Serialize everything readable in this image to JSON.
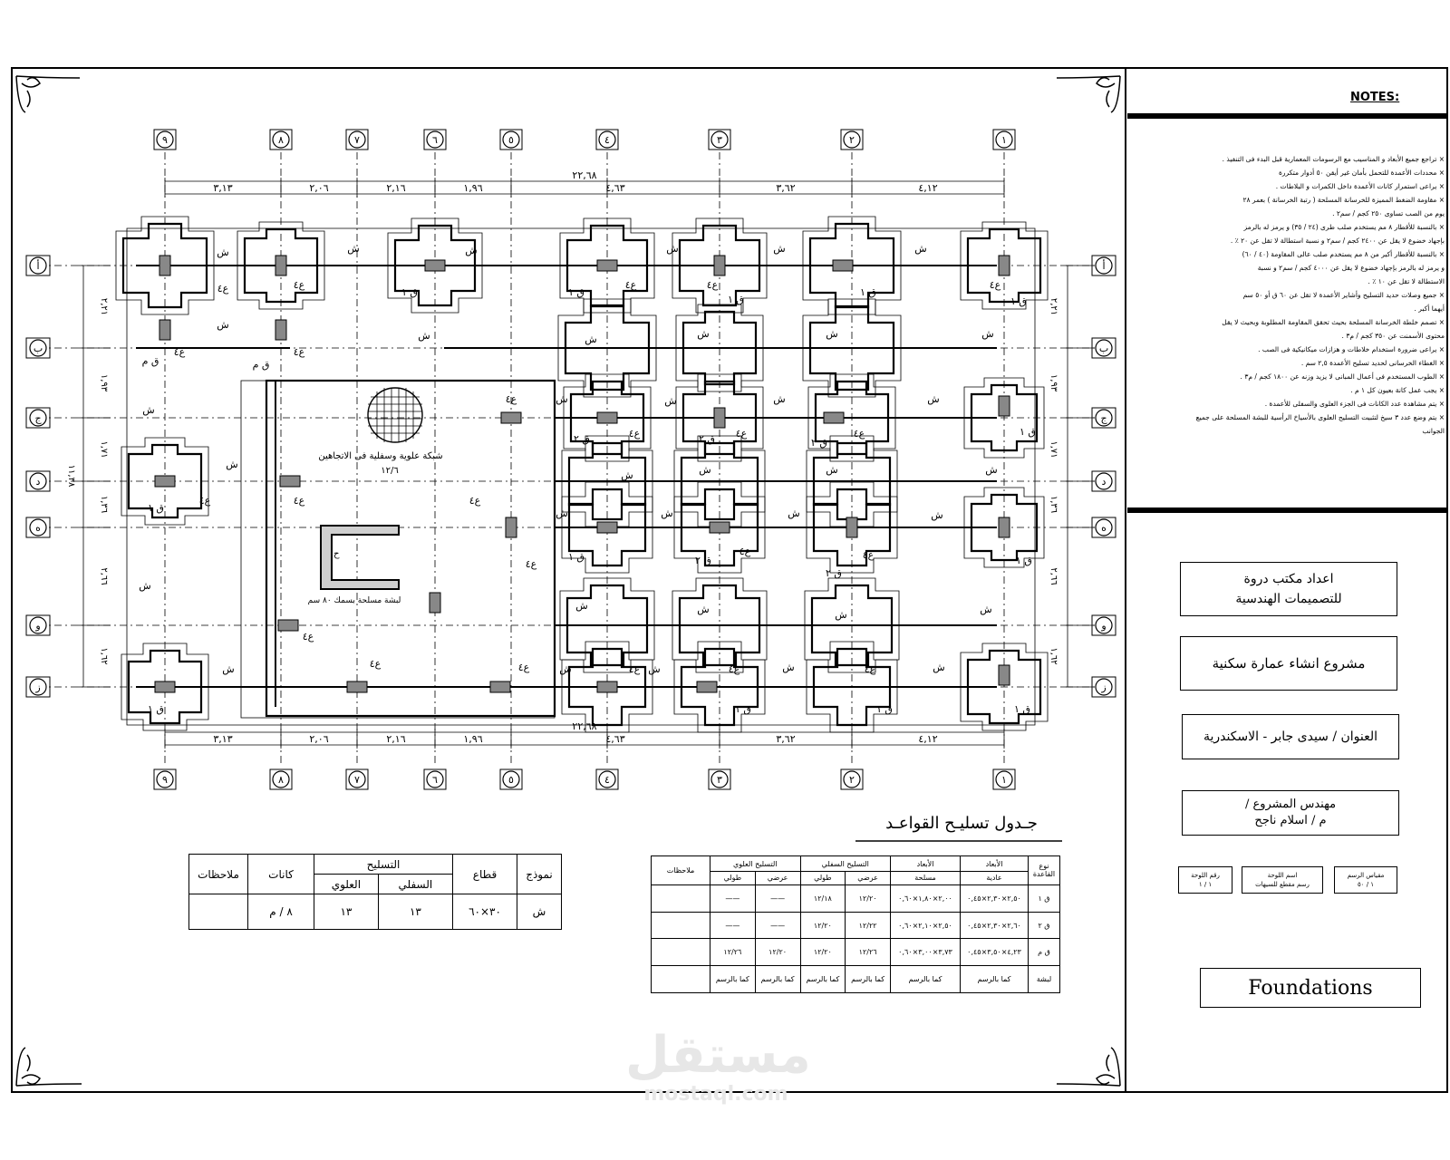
{
  "axes": {
    "top_numbers": [
      "٩",
      "٨",
      "٧",
      "٦",
      "٥",
      "٤",
      "٣",
      "٢",
      "١"
    ],
    "left_letters": [
      "أ",
      "ب",
      "ج",
      "د",
      "ه",
      "و",
      "ز"
    ],
    "spans_x": [
      "٣,١٣",
      "٢,٠٦",
      "٢,١٦",
      "١,٩٦",
      "٤,٦٣",
      "٣,٦٢",
      "٤,١٢"
    ],
    "total_x": "٢٢,٦٨",
    "spans_y": [
      "٢,٢١",
      "١,٩٣",
      "١,٧١",
      "١,٣٦",
      "٢,٦٦",
      "١,٦٢"
    ],
    "total_y": "١١,٣٨"
  },
  "plan_labels": {
    "footing_small": "ش",
    "column_mark": "ع٤",
    "beam_1": "ق ١",
    "beam_2": "ق ٢",
    "beam_m": "ق م",
    "raft_mesh": "شبكة علوية وسفلية فى الاتجاهين",
    "raft_mesh_bars": "١٢/٦",
    "raft_note": "لبشة مسلحة بسمك ٨٠ سم",
    "core_label": "ح"
  },
  "notes": {
    "title": "NOTES:",
    "items": [
      "× تراجع جميع الأبعاد و المناسيب مع الرسومات المعمارية قبل البدء فى التنفيذ .",
      "× محددات الأعمدة للتحمل بأمان غير أيقن ٥٠ أدوار متكررة",
      "× يراعى استمرار كانات الأعمدة داخل الكمرات و البلاطات .",
      "× مقاومة الضغط المميزة للخرسانة المسلحة ( رتبة الخرسانة ) بعمر ٢٨",
      "يوم من الصب تساوى ٢٥٠ كجم / سم٢ .",
      "× بالنسبة للأقطار ٨ مم يستخدم صلب طرى (٢٤ / ٣٥) و يرمز له بالرمز",
      "بإجهاد خضوع لا يقل عن ٢٤٠٠ كجم / سم٢ و نسبة استطالة لا تقل عن ٢٠ ٪ .",
      "× بالنسبة للأقطار أكبر من ٨ مم يستخدم صلب عالى المقاومة (٤٠ / ٦٠)",
      "و يرمز له بالرمز بإجهاد خضوع لا يقل عن ٤٠٠٠ كجم / سم٢ و نسبة",
      "الاستطالة لا تقل عن ١٠ ٪ .",
      "× جميع وصلات حديد التسليح وأشاير الأعمدة لا تقل عن ٦٠ ق أو ٥٠ سم",
      "أيهما أكبر .",
      "× تصمم خلطة الخرسانة المسلحة بحيث تحقق المقاومة المطلوبة وبحيث لا يقل",
      "محتوى الأسمنت عن ٣٥٠ كجم / م٣ .",
      "× يراعى ضرورة استخدام خلاطات و هزازات ميكانيكية فى الصب .",
      "× الغطاء الخرسانى لحديد تسليح الأعمدة ٢,٥ سم .",
      "× الطوب المستخدم فى أعمال المبانى لا يزيد وزنه عن ١٨٠٠ كجم / م٣ .",
      "× يجب عمل كانة بعيون كل ١ م .",
      "× يتم مشاهدة عدد الكانات فى الجزء العلوى والسفلى للأعمدة .",
      "× يتم وضع عدد ٣ سيخ لتثبيت التسليح العلوى بالأسياخ الرأسية للبشة المسلحة على جميع",
      "الجوانب"
    ]
  },
  "title_block": {
    "office_line1": "اعداد مكتب دروة",
    "office_line2": "للتصميمات الهندسية",
    "project": "مشروع انشاء عمارة سكنية",
    "address": "العنوان / سيدى جابر - الاسكندرية",
    "engineer_label": "مهندس المشروع /",
    "engineer_name": "م / اسلام ناجح",
    "sheet_no_label": "رقم اللوحة",
    "sheet_no_value": "١ / ١",
    "sheet_name_label": "اسم اللوحة",
    "sheet_name_value": "رسم مقطع للسيهات",
    "scale_label": "مقياس الرسم",
    "scale_value": "١ / ٥٠",
    "drawing_title": "Foundations"
  },
  "schedule_title": "جـدول تسليـح القواعـد",
  "tie_beam_table": {
    "h_model": "نموذج",
    "h_section": "قطاع",
    "h_reinf": "التسليح",
    "h_lower": "السفلي",
    "h_upper": "العلوي",
    "h_stirrups": "كانات",
    "h_notes": "ملاحظات",
    "row": {
      "model": "ش",
      "section": "٣٠×٦٠",
      "lower": "١٣",
      "upper": "١٣",
      "stirrups": "٨ / م",
      "notes": ""
    }
  },
  "footing_table": {
    "h_type": "نوع القاعدة",
    "h_dims_plain": "الأبعاد",
    "h_plain_sub": "عادية",
    "h_dims_rc": "الأبعاد",
    "h_rc_sub": "مسلحة",
    "h_bottom": "التسليح السفلي",
    "h_top": "التسليح العلوي",
    "h_long": "طولي",
    "h_short": "عرضي",
    "h_notes": "ملاحظات",
    "rows": [
      {
        "type": "ق ١",
        "plain": "٢,٥٠×٢,٣٠×٠,٤٥",
        "rc": "٢,٠٠×١,٨٠×٠,٦٠",
        "b_short": "١٢/٢٠",
        "b_long": "١٢/١٨",
        "t_short": "——",
        "t_long": "——"
      },
      {
        "type": "ق ٢",
        "plain": "٢,٦٠×٢,٣٠×٠,٤٥",
        "rc": "٢,٥٠×٢,١٠×٠,٦٠",
        "b_short": "١٢/٢٢",
        "b_long": "١٢/٢٠",
        "t_short": "——",
        "t_long": "——"
      },
      {
        "type": "ق م",
        "plain": "٤,٢٣×٣,٥٠×٠,٤٥",
        "rc": "٣,٧٣×٣,٠٠×٠,٦٠",
        "b_short": "١٢/٢٦",
        "b_long": "١٢/٢٠",
        "t_short": "١٢/٢٠",
        "t_long": "١٢/٢٦"
      },
      {
        "type": "لبشة",
        "plain": "كما بالرسم",
        "rc": "كما بالرسم",
        "b_short": "كما بالرسم",
        "b_long": "كما بالرسم",
        "t_short": "كما بالرسم",
        "t_long": "كما بالرسم"
      }
    ]
  },
  "watermark": {
    "ar": "مستقل",
    "lat": "mostaql.com"
  }
}
